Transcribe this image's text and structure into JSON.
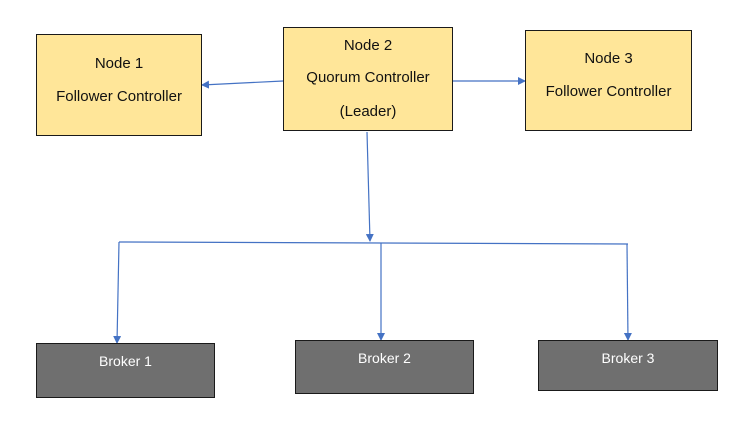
{
  "nodes": {
    "node1": {
      "title": "Node 1",
      "role": "Follower Controller"
    },
    "node2": {
      "title": "Node 2",
      "role": "Quorum Controller",
      "status": "(Leader)"
    },
    "node3": {
      "title": "Node 3",
      "role": "Follower Controller"
    }
  },
  "brokers": [
    {
      "label": "Broker 1"
    },
    {
      "label": "Broker 2"
    },
    {
      "label": "Broker 3"
    }
  ],
  "colors": {
    "controller_fill": "#ffe699",
    "broker_fill": "#6f6f6f",
    "connector": "#4472c4",
    "border": "#1a1a1a"
  }
}
